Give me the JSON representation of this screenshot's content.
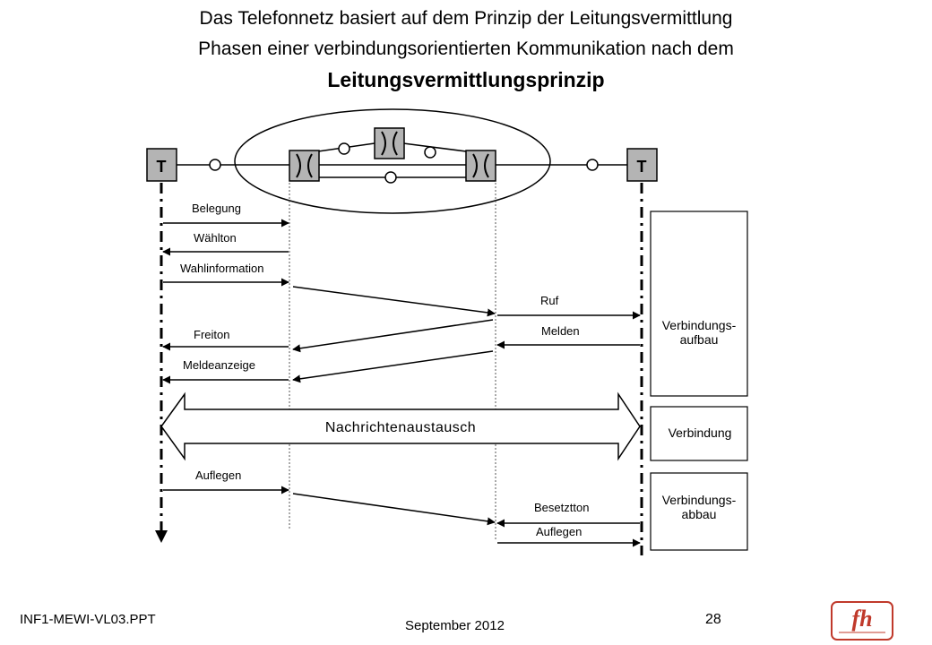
{
  "slide": {
    "title_line1": "Das Telefonnetz basiert auf dem Prinzip der Leitungsvermittlung",
    "title_line2": "Phasen einer verbindungsorientierten Kommunikation nach dem",
    "title_line3": "Leitungsvermittlungsprinzip"
  },
  "diagram": {
    "terminal_left": "T",
    "terminal_right": "T",
    "messages": {
      "belegung": "Belegung",
      "waehlton": "Wählton",
      "wahlinformation": "Wahlinformation",
      "ruf": "Ruf",
      "melden": "Melden",
      "freiton": "Freiton",
      "meldeanzeige": "Meldeanzeige",
      "nachrichtenaustausch": "Nachrichtenaustausch",
      "auflegen_left": "Auflegen",
      "besetztton": "Besetztton",
      "auflegen_right": "Auflegen"
    },
    "phases": {
      "aufbau": [
        "Verbindungs-",
        "aufbau"
      ],
      "verbindung": "Verbindung",
      "abbau": [
        "Verbindungs-",
        "abbau"
      ]
    },
    "colors": {
      "switch_fill": "#b4b4b4",
      "line": "#000000"
    }
  },
  "footer": {
    "left": "INF1-MEWI-VL03.PPT",
    "date": "September 2012",
    "page": "28"
  },
  "logo_text": "fh"
}
